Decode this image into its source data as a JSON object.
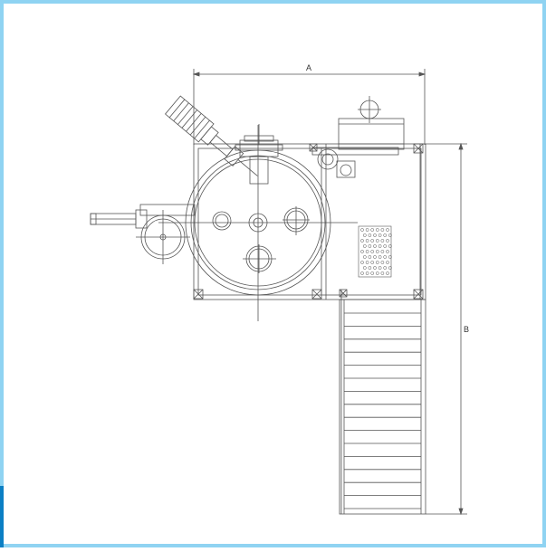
{
  "diagram": {
    "dimension_a_label": "A",
    "dimension_b_label": "B"
  },
  "colors": {
    "frame_border": "#8fd3f2",
    "left_accent": "#0b7fc4",
    "line": "#555555",
    "background": "#ffffff"
  },
  "stairs": {
    "tread_count": 16
  }
}
